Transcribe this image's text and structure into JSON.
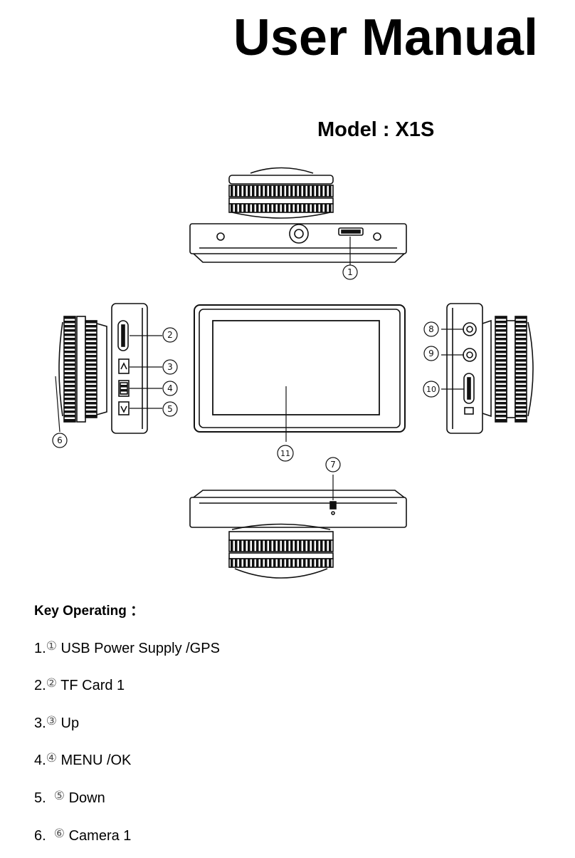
{
  "title": "User Manual",
  "model": "Model : X1S",
  "callouts": [
    "1",
    "2",
    "3",
    "4",
    "5",
    "6",
    "7",
    "8",
    "9",
    "10",
    "11"
  ],
  "key_heading": "Key Operating ：",
  "keys": [
    {
      "num": "1.",
      "circle": "①",
      "label": " USB Power Supply /GPS"
    },
    {
      "num": "2.",
      "circle": "②",
      "label": " TF Card 1"
    },
    {
      "num": "3.",
      "circle": "③",
      "label": " Up"
    },
    {
      "num": "4.",
      "circle": "④",
      "label": " MENU /OK"
    },
    {
      "num": "5.  ",
      "circle": "⑤",
      "label": " Down"
    },
    {
      "num": "6.  ",
      "circle": "⑥",
      "label": " Camera 1"
    }
  ]
}
